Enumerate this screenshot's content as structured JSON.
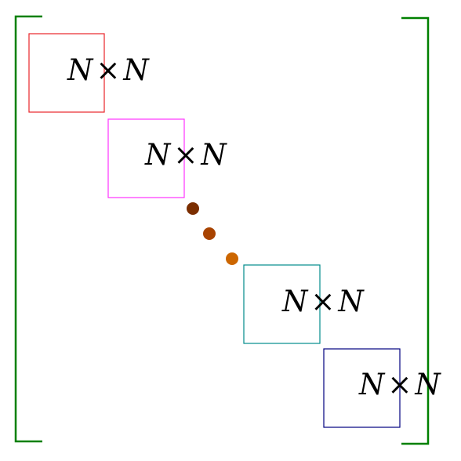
{
  "matrix": {
    "bracket_color": "#008000",
    "blocks": [
      {
        "left": "N",
        "op": "×",
        "right": "N",
        "color": "#e8242a"
      },
      {
        "left": "N",
        "op": "×",
        "right": "N",
        "color": "#ff33ff"
      },
      {
        "left": "N",
        "op": "×",
        "right": "N",
        "color": "#008b8b"
      },
      {
        "left": "N",
        "op": "×",
        "right": "N",
        "color": "#000080"
      }
    ],
    "dots": [
      {
        "color": "#7b2e00"
      },
      {
        "color": "#a84300"
      },
      {
        "color": "#cc6600"
      }
    ]
  }
}
